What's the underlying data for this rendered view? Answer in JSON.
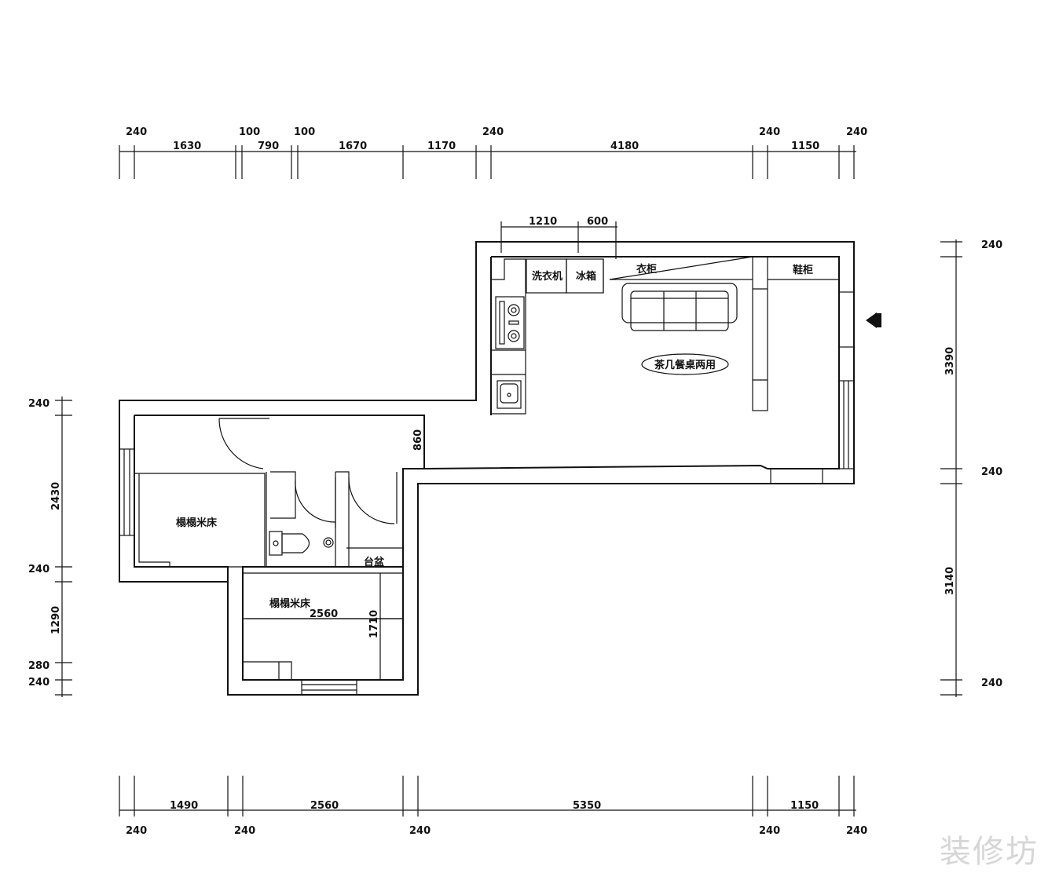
{
  "dims_top": [
    "240",
    "1630",
    "100",
    "790",
    "100",
    "1670",
    "1170",
    "240",
    "4180",
    "240",
    "1150",
    "240"
  ],
  "dims_bottom": [
    "1490",
    "2560",
    "5350",
    "1150",
    "240",
    "240",
    "240",
    "240",
    "240"
  ],
  "dims_left": [
    "240",
    "2430",
    "240",
    "1290",
    "280",
    "240"
  ],
  "dims_right": [
    "240",
    "3390",
    "240",
    "3140",
    "240"
  ],
  "dims_inner": [
    "1210",
    "600",
    "860",
    "2560",
    "1710"
  ],
  "labels": {
    "washer": "洗衣机",
    "fridge": "冰箱",
    "wardrobe": "衣柜",
    "shoe_cabinet": "鞋柜",
    "table": "茶几餐桌两用",
    "bed_left": "榻榻米床",
    "bed_bottom": "榻榻米床",
    "basin": "台盆"
  },
  "watermark": "装修坊"
}
